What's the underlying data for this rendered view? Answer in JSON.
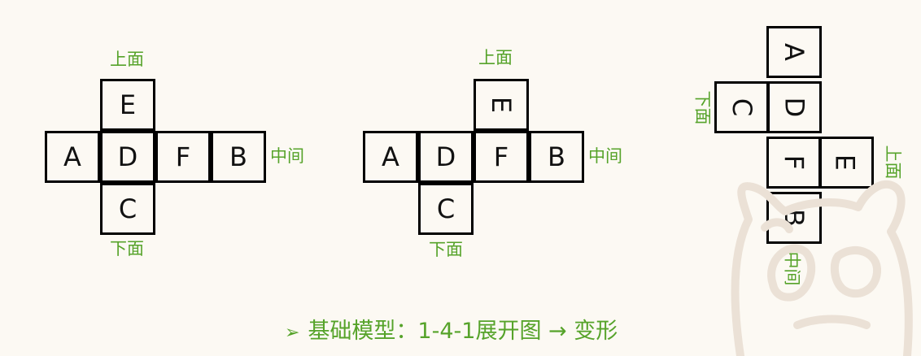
{
  "labels": {
    "top": "上面",
    "bottom": "下面",
    "middle": "中间"
  },
  "nets": [
    {
      "cells": [
        "E",
        "A",
        "D",
        "F",
        "B",
        "C"
      ]
    },
    {
      "cells": [
        "E",
        "A",
        "D",
        "F",
        "B",
        "C"
      ]
    },
    {
      "cells": [
        "A",
        "C",
        "D",
        "F",
        "E",
        "B"
      ]
    }
  ],
  "caption": {
    "bullet": "➢",
    "text": "基础模型：1-4-1展开图 → 变形"
  },
  "colors": {
    "label_green": "#56a32a",
    "background": "#fcf9f3",
    "border": "#000000"
  }
}
